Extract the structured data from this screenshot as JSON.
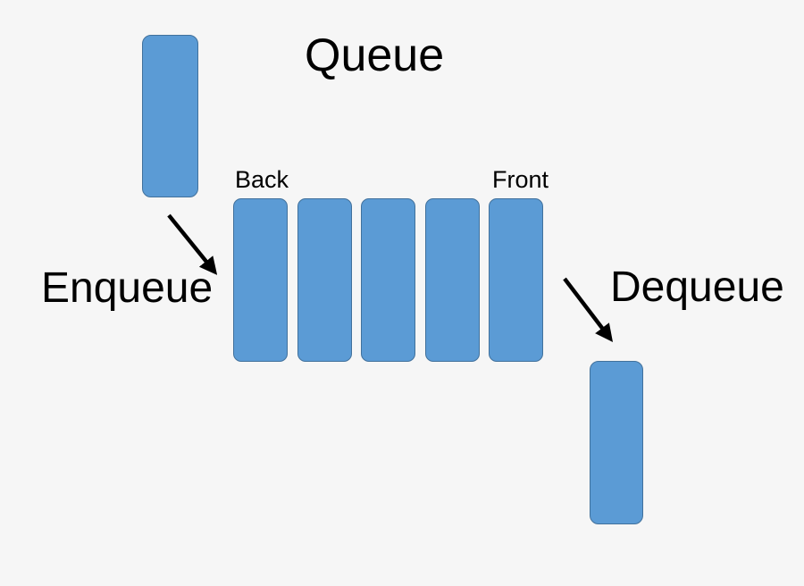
{
  "title": "Queue",
  "queue": {
    "back_label": "Back",
    "front_label": "Front",
    "cell_count": 5
  },
  "operations": {
    "enqueue_label": "Enqueue",
    "dequeue_label": "Dequeue"
  },
  "colors": {
    "background": "#F6F6F6",
    "item_fill": "#5B9BD5",
    "item_border": "#41719C",
    "text": "#000000",
    "arrow": "#000000"
  }
}
